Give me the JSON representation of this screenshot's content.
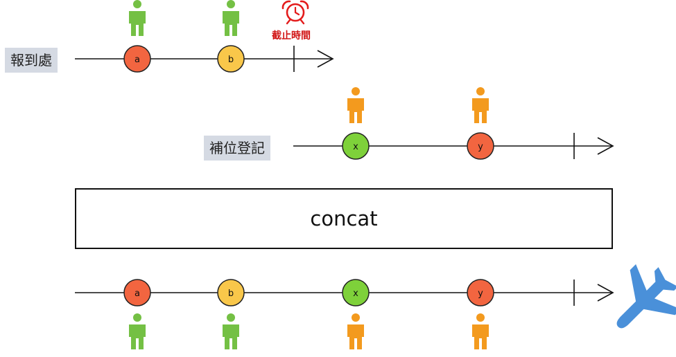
{
  "lines": {
    "checkin": {
      "label": "報到處",
      "deadline_label": "截止時間",
      "marbles": [
        {
          "text": "a",
          "color": "#f26540",
          "person": "green"
        },
        {
          "text": "b",
          "color": "#f9c74a",
          "person": "green"
        }
      ]
    },
    "standby": {
      "label": "補位登記",
      "marbles": [
        {
          "text": "x",
          "color": "#7ed13a",
          "person": "orange"
        },
        {
          "text": "y",
          "color": "#f26540",
          "person": "orange"
        }
      ]
    },
    "output": {
      "marbles": [
        {
          "text": "a",
          "color": "#f26540",
          "person": "green"
        },
        {
          "text": "b",
          "color": "#f9c74a",
          "person": "green"
        },
        {
          "text": "x",
          "color": "#7ed13a",
          "person": "orange"
        },
        {
          "text": "y",
          "color": "#f26540",
          "person": "orange"
        }
      ]
    }
  },
  "operator": {
    "text": "concat"
  },
  "colors": {
    "person_green": "#74c044",
    "person_orange": "#f39a1e",
    "alarm": "#e31b1b",
    "plane": "#4a90d9",
    "line": "#111111"
  },
  "icons": {
    "deadline": "alarm-clock-icon",
    "destination": "airplane-icon",
    "passenger": "person-icon"
  }
}
